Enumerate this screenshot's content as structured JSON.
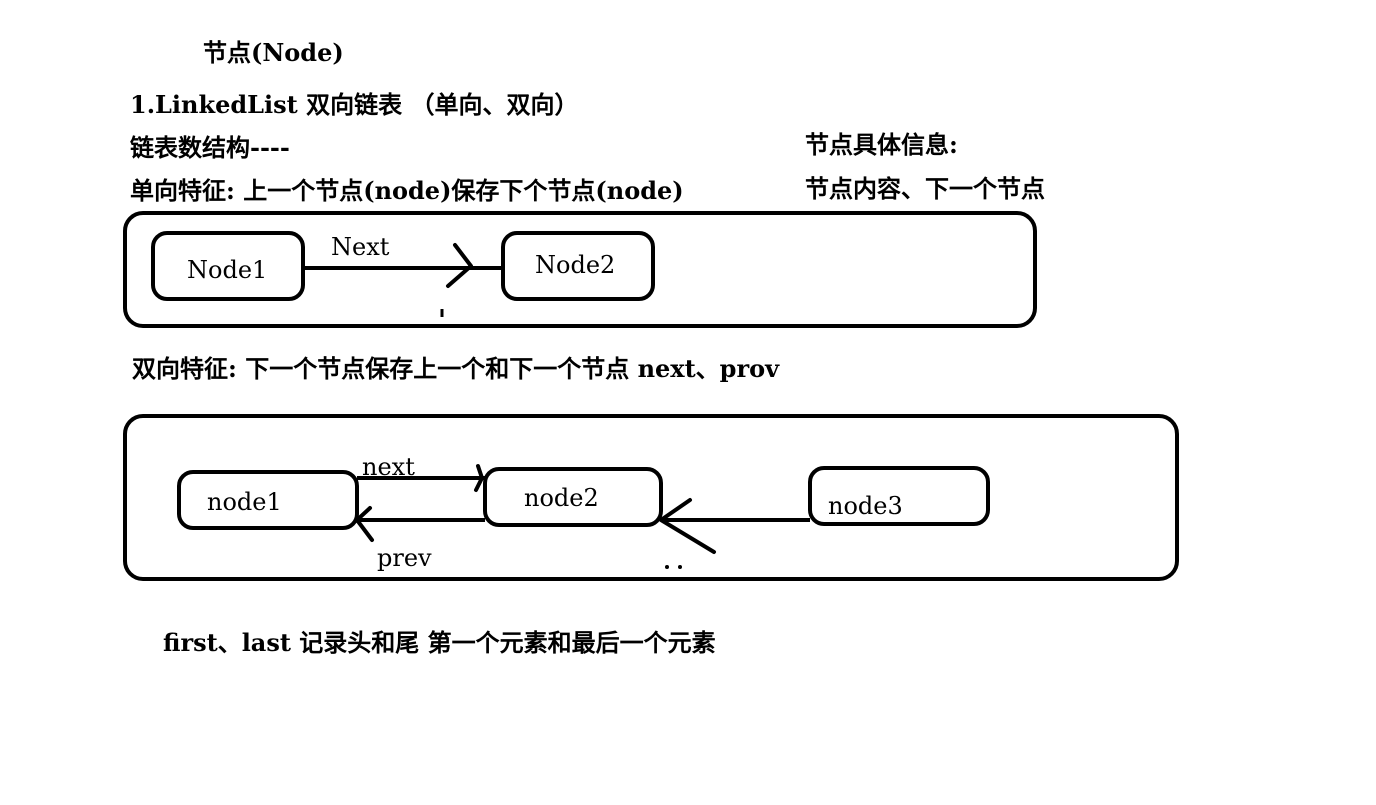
{
  "heading": "节点(Node)",
  "line1": "1.LinkedList 双向链表 （单向、双向）",
  "line2": "链表数结构----",
  "node_info_title": "节点具体信息:",
  "single_feature": "单向特征:  上一个节点(node)保存下个节点(node)",
  "node_info_content": "节点内容、下一个节点",
  "singly_diagram": {
    "node_a": "Node1",
    "node_b": "Node2",
    "edge": "Next"
  },
  "double_feature": "双向特征:  下一个节点保存上一个和下一个节点 next、prov",
  "doubly_diagram": {
    "node_a": "node1",
    "node_b": "node2",
    "node_c": "node3",
    "edge_next": "next",
    "edge_prev": "prev"
  },
  "footer": "first、last 记录头和尾 第一个元素和最后一个元素"
}
